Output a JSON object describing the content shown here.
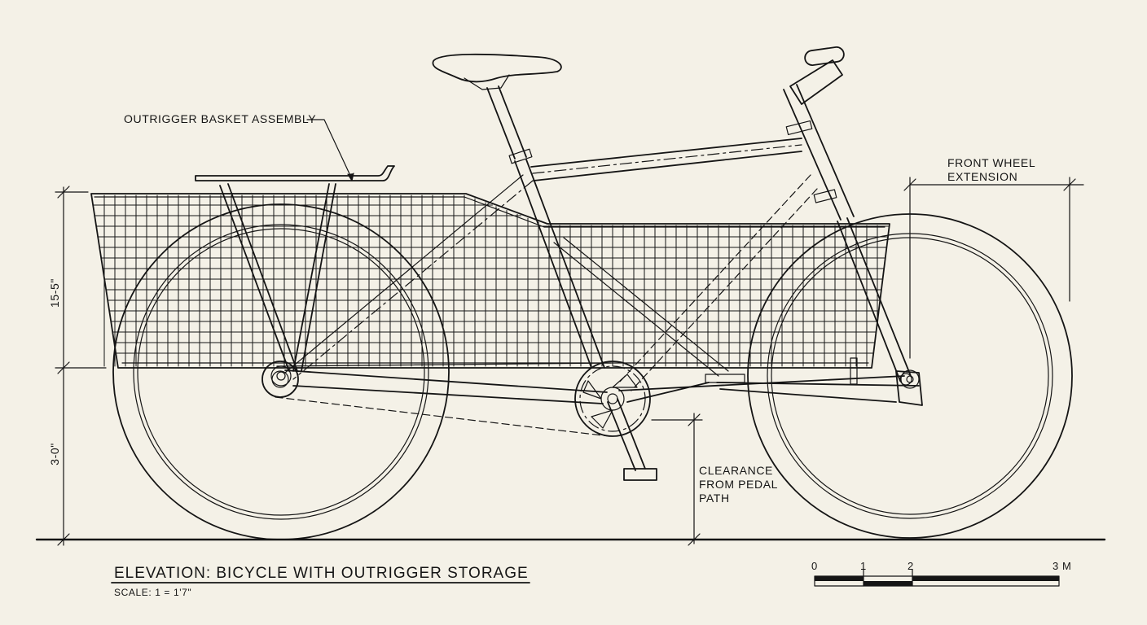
{
  "drawing": {
    "title": "ELEVATION: BICYCLE WITH OUTRIGGER STORAGE",
    "scale": "SCALE: 1 = 1'7\""
  },
  "callouts": {
    "basket": "OUTRIGGER BASKET ASSEMBLY",
    "front_wheel": [
      "FRONT WHEEL",
      "EXTENSION"
    ],
    "clearance": [
      "CLEARANCE",
      "FROM PEDAL",
      "PATH"
    ]
  },
  "dimensions": {
    "basket_height": "15-5\"",
    "ground_clearance": "3-0\""
  },
  "scale_bar": {
    "labels": [
      "0",
      "1",
      "2",
      "3 M"
    ]
  },
  "colors": {
    "paper": "#f4f1e7",
    "ink": "#151515"
  }
}
